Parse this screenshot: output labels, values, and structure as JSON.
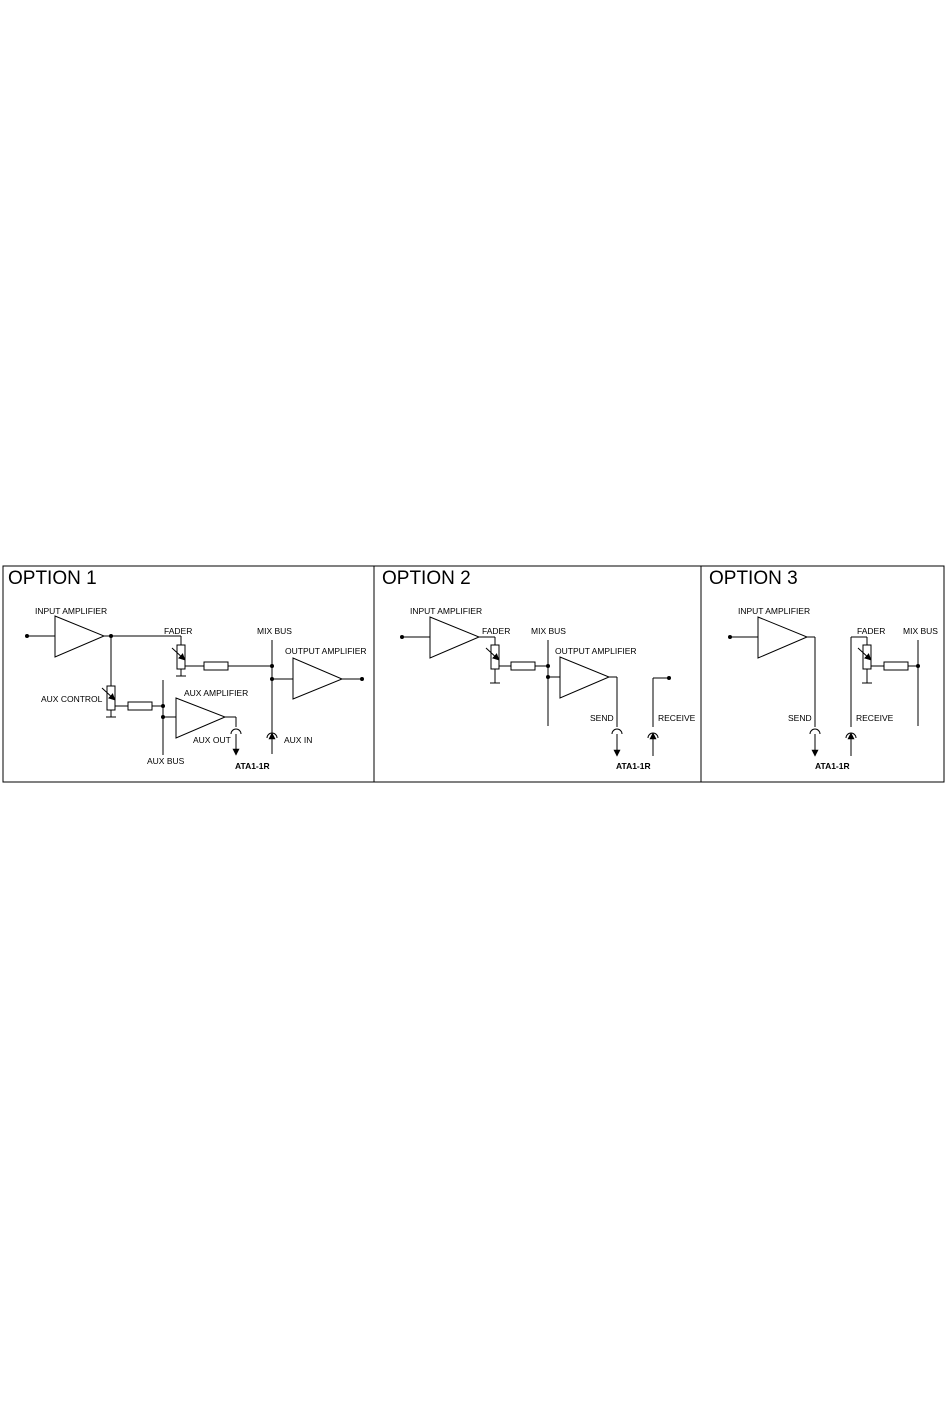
{
  "panels": [
    {
      "title": "OPTION 1",
      "labels": {
        "input_amplifier": "INPUT AMPLIFIER",
        "fader": "FADER",
        "mix_bus": "MIX BUS",
        "output_amplifier": "OUTPUT AMPLIFIER",
        "aux_control": "AUX CONTROL",
        "aux_amplifier": "AUX AMPLIFIER",
        "aux_out": "AUX OUT",
        "aux_in": "AUX IN",
        "aux_bus": "AUX BUS",
        "part": "ATA1-1R"
      }
    },
    {
      "title": "OPTION 2",
      "labels": {
        "input_amplifier": "INPUT AMPLIFIER",
        "fader": "FADER",
        "mix_bus": "MIX BUS",
        "output_amplifier": "OUTPUT AMPLIFIER",
        "send": "SEND",
        "receive": "RECEIVE",
        "part": "ATA1-1R"
      }
    },
    {
      "title": "OPTION 3",
      "labels": {
        "input_amplifier": "INPUT AMPLIFIER",
        "fader": "FADER",
        "mix_bus": "MIX BUS",
        "send": "SEND",
        "receive": "RECEIVE",
        "part": "ATA1-1R"
      }
    }
  ]
}
